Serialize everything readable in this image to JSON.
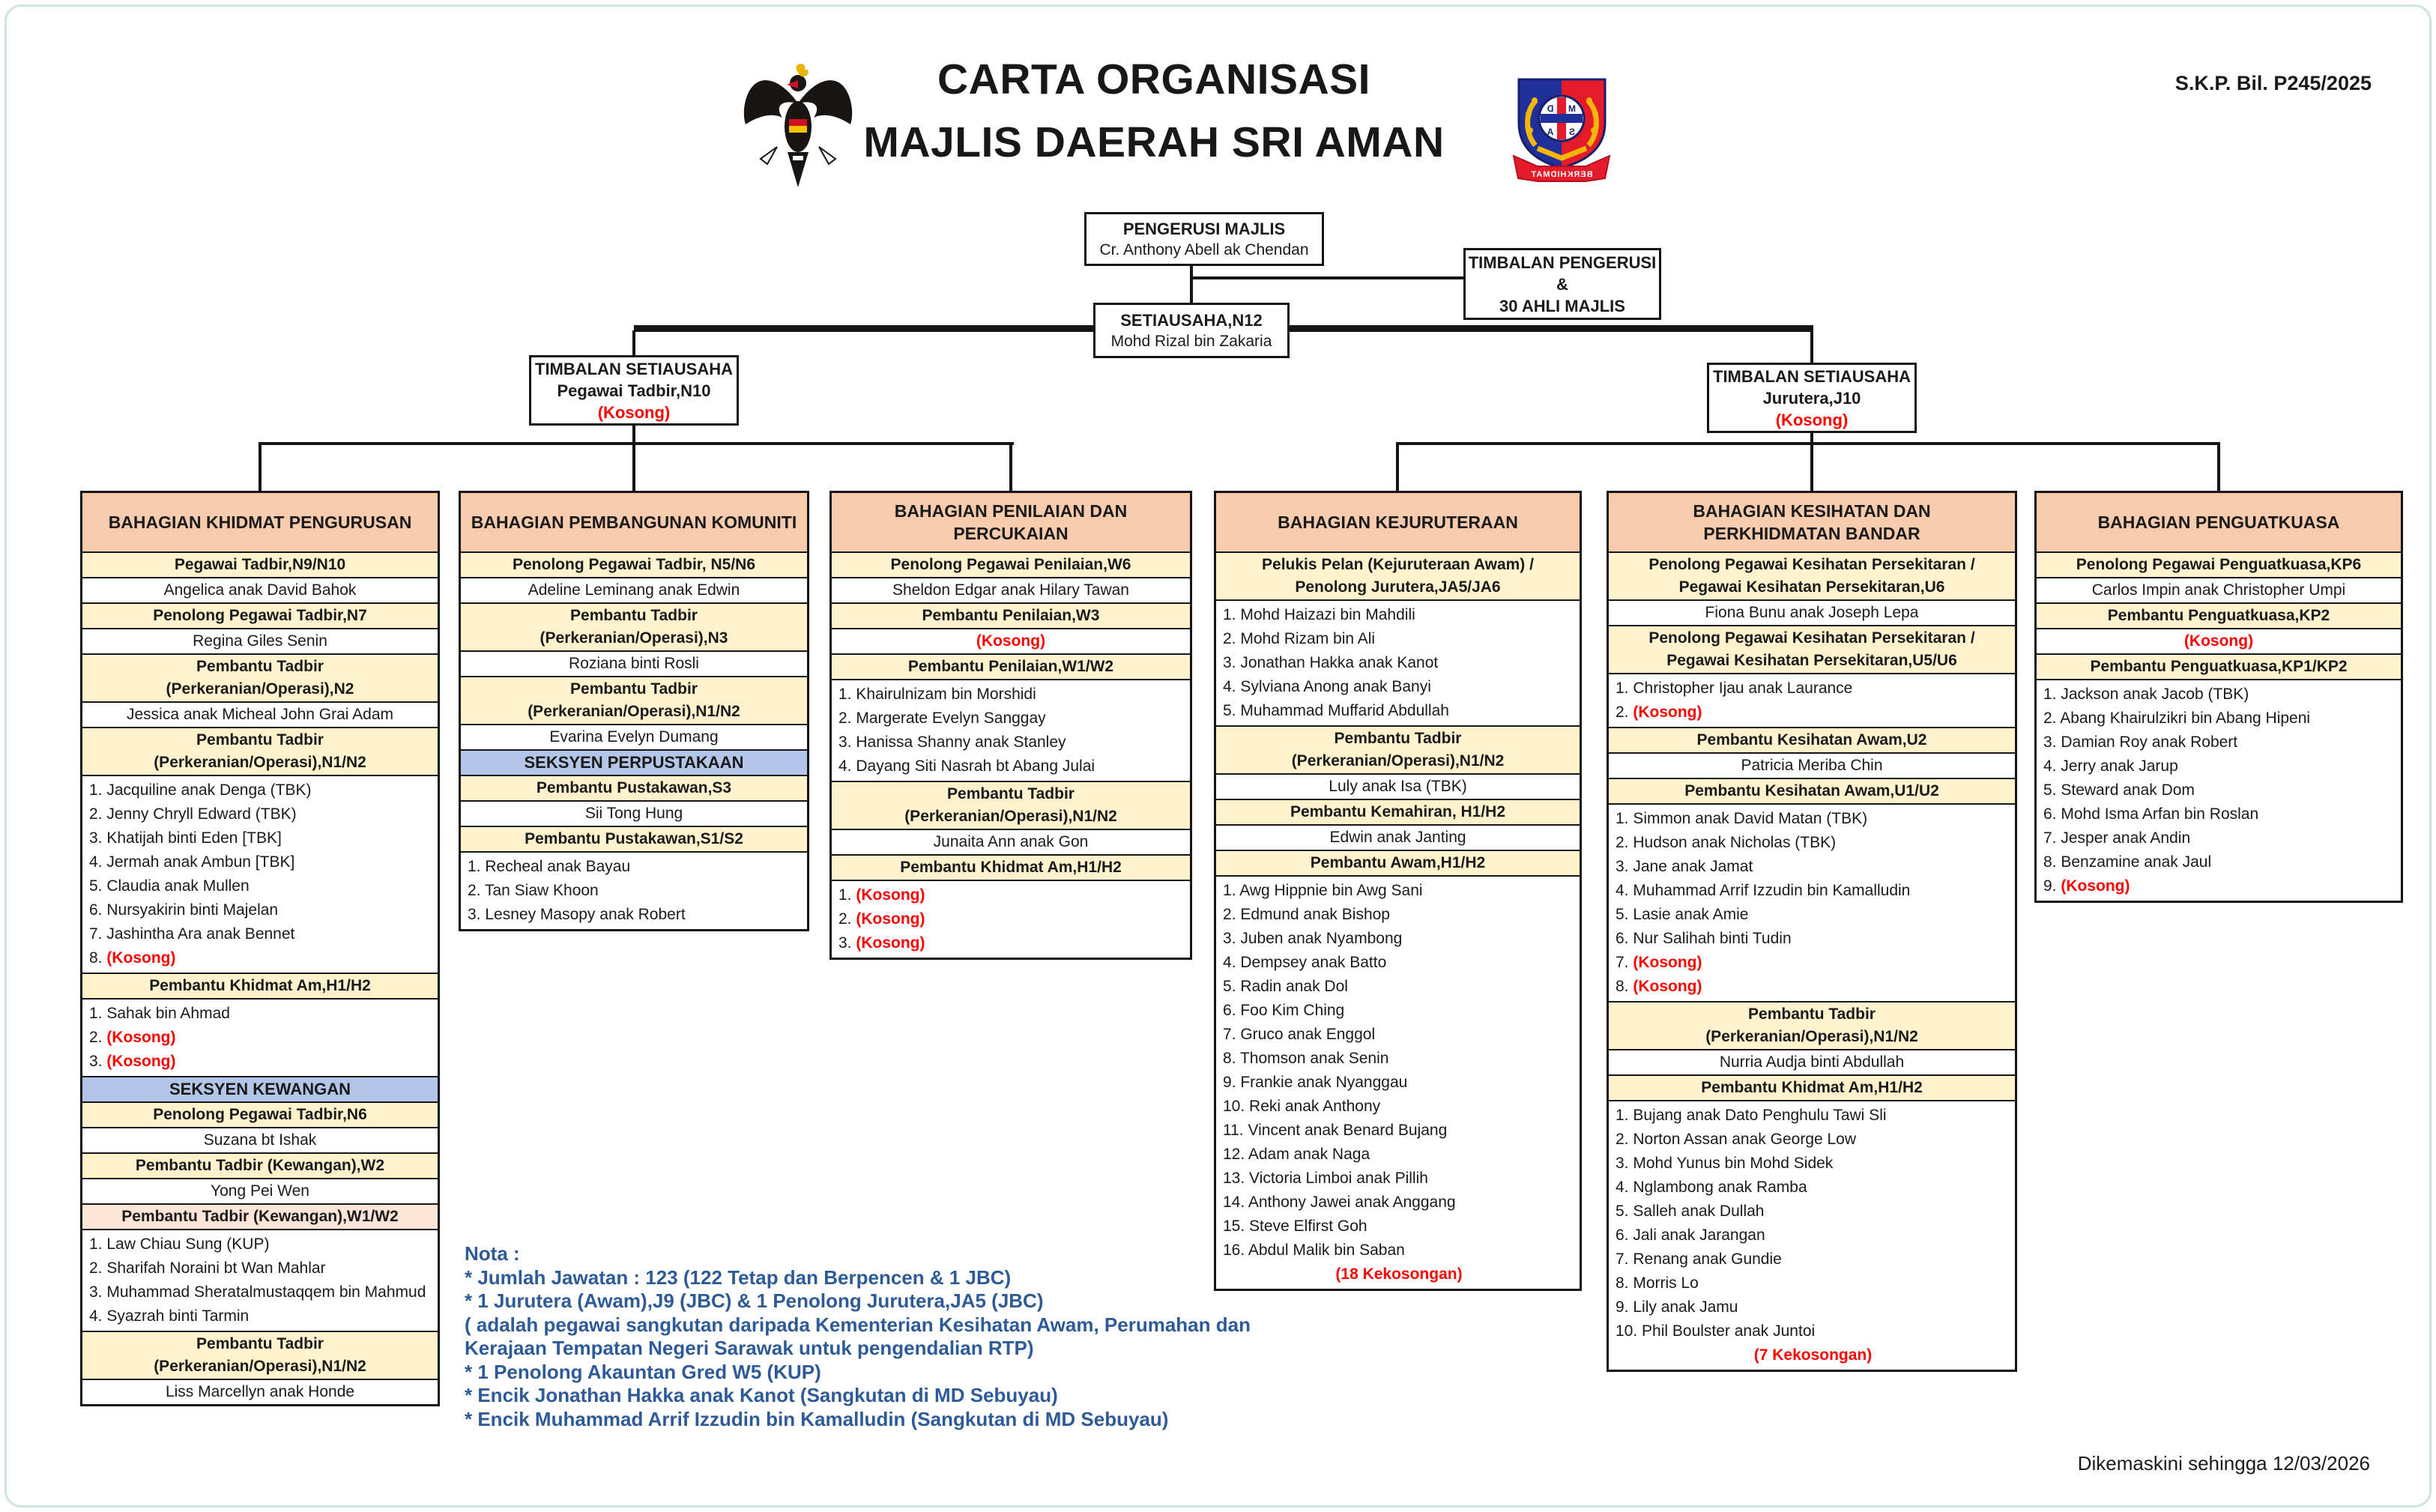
{
  "page": {
    "skp": "S.K.P. Bil. P245/2025",
    "updated": "Dikemaskini sehingga 12/03/2026"
  },
  "title": {
    "line1": "CARTA ORGANISASI",
    "line2": "MAJLIS DAERAH SRI AMAN"
  },
  "icons": {
    "left": "sarawak-crest",
    "right": "mdsa-crest",
    "ribbon_text": "BERKHIDMAT",
    "monogram": [
      "M",
      "D",
      "S",
      "A"
    ]
  },
  "top": {
    "pengerusi": {
      "title": "PENGERUSI MAJLIS",
      "name": "Cr. Anthony Abell ak Chendan"
    },
    "timbalan_pengerusi": {
      "lines": [
        "TIMBALAN PENGERUSI",
        "&",
        "30 AHLI MAJLIS"
      ]
    },
    "setiausaha": {
      "title": "SETIAUSAHA,N12",
      "name": "Mohd Rizal bin Zakaria"
    },
    "ts_left": {
      "title": "TIMBALAN SETIAUSAHA",
      "role": "Pegawai Tadbir,N10",
      "status": "(Kosong)"
    },
    "ts_right": {
      "title": "TIMBALAN SETIAUSAHA",
      "role": "Jurutera,J10",
      "status": "(Kosong)"
    }
  },
  "columns": [
    {
      "header": [
        "BAHAGIAN KHIDMAT PENGURUSAN"
      ],
      "rows": [
        {
          "t": "role",
          "lines": [
            "Pegawai Tadbir,N9/N10"
          ]
        },
        {
          "t": "name",
          "lines": [
            "Angelica anak David Bahok"
          ]
        },
        {
          "t": "role",
          "lines": [
            "Penolong Pegawai Tadbir,N7"
          ]
        },
        {
          "t": "name",
          "lines": [
            "Regina Giles Senin"
          ]
        },
        {
          "t": "role",
          "lines": [
            "Pembantu Tadbir",
            "(Perkeranian/Operasi),N2"
          ]
        },
        {
          "t": "name",
          "lines": [
            "Jessica anak Micheal John Grai Adam"
          ]
        },
        {
          "t": "role",
          "lines": [
            "Pembantu Tadbir",
            "(Perkeranian/Operasi),N1/N2"
          ]
        },
        {
          "t": "list",
          "items": [
            "1. Jacquiline anak Denga (TBK)",
            "2. Jenny Chryll Edward (TBK)",
            "3. Khatijah binti Eden [TBK]",
            "4. Jermah anak Ambun [TBK]",
            "5. Claudia anak Mullen",
            "6. Nursyakirin binti Majelan",
            "7. Jashintha Ara anak Bennet",
            "8. (Kosong)"
          ]
        },
        {
          "t": "role",
          "lines": [
            "Pembantu Khidmat Am,H1/H2"
          ]
        },
        {
          "t": "list",
          "items": [
            "1. Sahak bin Ahmad",
            "2. (Kosong)",
            "3. (Kosong)"
          ]
        },
        {
          "t": "sect",
          "lines": [
            "SEKSYEN KEWANGAN"
          ]
        },
        {
          "t": "role",
          "lines": [
            "Penolong Pegawai Tadbir,N6"
          ]
        },
        {
          "t": "name",
          "lines": [
            "Suzana bt Ishak"
          ]
        },
        {
          "t": "role",
          "lines": [
            "Pembantu Tadbir (Kewangan),W2"
          ]
        },
        {
          "t": "name",
          "lines": [
            "Yong Pei Wen"
          ]
        },
        {
          "t": "rolepink",
          "lines": [
            "Pembantu Tadbir (Kewangan),W1/W2"
          ]
        },
        {
          "t": "list",
          "items": [
            "1. Law Chiau Sung (KUP)",
            "2. Sharifah Noraini bt Wan Mahlar",
            "3. Muhammad Sheratalmustaqqem bin Mahmud",
            "4. Syazrah binti Tarmin"
          ]
        },
        {
          "t": "role",
          "lines": [
            "Pembantu Tadbir",
            "(Perkeranian/Operasi),N1/N2"
          ]
        },
        {
          "t": "name",
          "lines": [
            "Liss Marcellyn anak Honde"
          ]
        }
      ]
    },
    {
      "header": [
        "BAHAGIAN PEMBANGUNAN KOMUNITI"
      ],
      "rows": [
        {
          "t": "role",
          "lines": [
            "Penolong Pegawai Tadbir, N5/N6"
          ]
        },
        {
          "t": "name",
          "lines": [
            "Adeline Leminang anak Edwin"
          ]
        },
        {
          "t": "role",
          "lines": [
            "Pembantu Tadbir",
            "(Perkeranian/Operasi),N3"
          ]
        },
        {
          "t": "name",
          "lines": [
            "Roziana binti Rosli"
          ]
        },
        {
          "t": "role",
          "lines": [
            "Pembantu Tadbir",
            "(Perkeranian/Operasi),N1/N2"
          ]
        },
        {
          "t": "name",
          "lines": [
            "Evarina Evelyn Dumang"
          ]
        },
        {
          "t": "sect",
          "lines": [
            "SEKSYEN PERPUSTAKAAN"
          ]
        },
        {
          "t": "role",
          "lines": [
            "Pembantu Pustakawan,S3"
          ]
        },
        {
          "t": "name",
          "lines": [
            "Sii Tong Hung"
          ]
        },
        {
          "t": "role",
          "lines": [
            "Pembantu Pustakawan,S1/S2"
          ]
        },
        {
          "t": "list",
          "items": [
            "1. Recheal anak Bayau",
            "2. Tan Siaw Khoon",
            "3. Lesney Masopy anak Robert"
          ]
        }
      ]
    },
    {
      "header": [
        "BAHAGIAN PENILAIAN DAN PERCUKAIAN"
      ],
      "rows": [
        {
          "t": "role",
          "lines": [
            "Penolong Pegawai Penilaian,W6"
          ]
        },
        {
          "t": "name",
          "lines": [
            "Sheldon Edgar anak Hilary Tawan"
          ]
        },
        {
          "t": "role",
          "lines": [
            "Pembantu Penilaian,W3"
          ]
        },
        {
          "t": "name",
          "lines": [
            "(Kosong)"
          ],
          "red": true
        },
        {
          "t": "role",
          "lines": [
            "Pembantu Penilaian,W1/W2"
          ]
        },
        {
          "t": "list",
          "items": [
            "1. Khairulnizam bin Morshidi",
            "2. Margerate Evelyn Sanggay",
            "3. Hanissa Shanny anak Stanley",
            "4. Dayang Siti Nasrah bt Abang Julai"
          ]
        },
        {
          "t": "role",
          "lines": [
            "Pembantu Tadbir",
            "(Perkeranian/Operasi),N1/N2"
          ]
        },
        {
          "t": "name",
          "lines": [
            "Junaita Ann anak Gon"
          ]
        },
        {
          "t": "role",
          "lines": [
            "Pembantu Khidmat Am,H1/H2"
          ]
        },
        {
          "t": "list",
          "items": [
            "1. (Kosong)",
            "2. (Kosong)",
            "3. (Kosong)"
          ]
        }
      ]
    },
    {
      "header": [
        "BAHAGIAN KEJURUTERAAN"
      ],
      "rows": [
        {
          "t": "role",
          "lines": [
            "Pelukis Pelan (Kejuruteraan Awam) /",
            "Penolong Jurutera,JA5/JA6"
          ]
        },
        {
          "t": "list",
          "items": [
            "1. Mohd Haizazi bin Mahdili",
            "2. Mohd Rizam bin Ali",
            "3. Jonathan Hakka anak Kanot",
            "4. Sylviana Anong anak Banyi",
            "5. Muhammad Muffarid Abdullah"
          ]
        },
        {
          "t": "role",
          "lines": [
            "Pembantu Tadbir",
            "(Perkeranian/Operasi),N1/N2"
          ]
        },
        {
          "t": "name",
          "lines": [
            "Luly anak Isa (TBK)"
          ]
        },
        {
          "t": "role",
          "lines": [
            "Pembantu Kemahiran, H1/H2"
          ]
        },
        {
          "t": "name",
          "lines": [
            "Edwin anak Janting"
          ]
        },
        {
          "t": "role",
          "lines": [
            "Pembantu Awam,H1/H2"
          ]
        },
        {
          "t": "list",
          "items": [
            "1. Awg Hippnie bin Awg Sani",
            "2. Edmund anak Bishop",
            "3. Juben anak Nyambong",
            "4. Dempsey anak Batto",
            "5. Radin anak Dol",
            "6. Foo Kim Ching",
            "7. Gruco anak Enggol",
            "8. Thomson anak Senin",
            "9. Frankie anak Nyanggau",
            "10. Reki anak Anthony",
            "11. Vincent anak Benard Bujang",
            "12. Adam anak Naga",
            "13. Victoria Limboi anak Pillih",
            "14. Anthony Jawei anak Anggang",
            "15. Steve Elfirst Goh",
            "16. Abdul Malik bin Saban"
          ],
          "footer": "(18 Kekosongan)"
        }
      ]
    },
    {
      "header": [
        "BAHAGIAN KESIHATAN DAN",
        "PERKHIDMATAN BANDAR"
      ],
      "rows": [
        {
          "t": "role",
          "lines": [
            "Penolong Pegawai Kesihatan Persekitaran /",
            "Pegawai Kesihatan Persekitaran,U6"
          ]
        },
        {
          "t": "name",
          "lines": [
            "Fiona Bunu anak Joseph Lepa"
          ]
        },
        {
          "t": "role",
          "lines": [
            "Penolong Pegawai Kesihatan Persekitaran /",
            "Pegawai Kesihatan Persekitaran,U5/U6"
          ]
        },
        {
          "t": "list",
          "items": [
            "1. Christopher Ijau anak Laurance",
            "2. (Kosong)"
          ]
        },
        {
          "t": "role",
          "lines": [
            "Pembantu Kesihatan Awam,U2"
          ]
        },
        {
          "t": "name",
          "lines": [
            "Patricia Meriba Chin"
          ]
        },
        {
          "t": "role",
          "lines": [
            "Pembantu Kesihatan Awam,U1/U2"
          ]
        },
        {
          "t": "list",
          "items": [
            "1. Simmon anak David Matan (TBK)",
            "2. Hudson anak Nicholas (TBK)",
            "3. Jane anak Jamat",
            "4. Muhammad Arrif Izzudin bin Kamalludin",
            "5. Lasie anak Amie",
            "6. Nur Salihah binti Tudin",
            "7. (Kosong)",
            "8. (Kosong)"
          ]
        },
        {
          "t": "role",
          "lines": [
            "Pembantu Tadbir",
            "(Perkeranian/Operasi),N1/N2"
          ]
        },
        {
          "t": "name",
          "lines": [
            "Nurria Audja binti Abdullah"
          ]
        },
        {
          "t": "role",
          "lines": [
            "Pembantu Khidmat Am,H1/H2"
          ]
        },
        {
          "t": "list",
          "items": [
            "1. Bujang anak Dato Penghulu Tawi Sli",
            "2. Norton Assan anak George Low",
            "3. Mohd Yunus bin Mohd Sidek",
            "4. Nglambong anak Ramba",
            "5. Salleh anak Dullah",
            "6. Jali anak Jarangan",
            "7. Renang anak Gundie",
            "8. Morris Lo",
            "9. Lily anak Jamu",
            "10. Phil Boulster anak Juntoi"
          ],
          "footer": "(7 Kekosongan)"
        }
      ]
    },
    {
      "header": [
        "BAHAGIAN PENGUATKUASA"
      ],
      "rows": [
        {
          "t": "role",
          "lines": [
            "Penolong Pegawai Penguatkuasa,KP6"
          ]
        },
        {
          "t": "name",
          "lines": [
            "Carlos Impin anak Christopher Umpi"
          ]
        },
        {
          "t": "role",
          "lines": [
            "Pembantu Penguatkuasa,KP2"
          ]
        },
        {
          "t": "name",
          "lines": [
            "(Kosong)"
          ],
          "red": true
        },
        {
          "t": "role",
          "lines": [
            "Pembantu Penguatkuasa,KP1/KP2"
          ]
        },
        {
          "t": "list",
          "items": [
            "1. Jackson anak Jacob (TBK)",
            "2. Abang Khairulzikri bin Abang Hipeni",
            "3. Damian Roy anak Robert",
            "4. Jerry anak Jarup",
            "5. Steward anak Dom",
            "6. Mohd Isma Arfan bin Roslan",
            "7. Jesper anak Andin",
            "8. Benzamine anak Jaul",
            "9. (Kosong)"
          ]
        }
      ]
    }
  ],
  "nota": {
    "heading": "Nota :",
    "lines": [
      "* Jumlah Jawatan : 123 (122 Tetap dan Berpencen & 1 JBC)",
      "* 1 Jurutera (Awam),J9 (JBC) & 1 Penolong Jurutera,JA5 (JBC)",
      "( adalah pegawai sangkutan daripada Kementerian Kesihatan Awam, Perumahan dan",
      "Kerajaan Tempatan Negeri Sarawak untuk pengendalian RTP)",
      "* 1 Penolong Akauntan Gred W5 (KUP)",
      "* Encik Jonathan Hakka anak Kanot (Sangkutan di MD Sebuyau)",
      "* Encik Muhammad Arrif Izzudin bin Kamalludin (Sangkutan di MD Sebuyau)"
    ]
  },
  "colors": {
    "bahagian_header": "#F8CBAD",
    "role_header": "#FFF2CC",
    "role_header_alt": "#FCE4D6",
    "section_header": "#B4C6E7",
    "vacant_red": "#FF0000",
    "nota_blue": "#2E5B97",
    "line_black": "#151515",
    "crest_blue": "#202F9A",
    "crest_red": "#E51B2C",
    "crest_gold": "#F2B705"
  }
}
